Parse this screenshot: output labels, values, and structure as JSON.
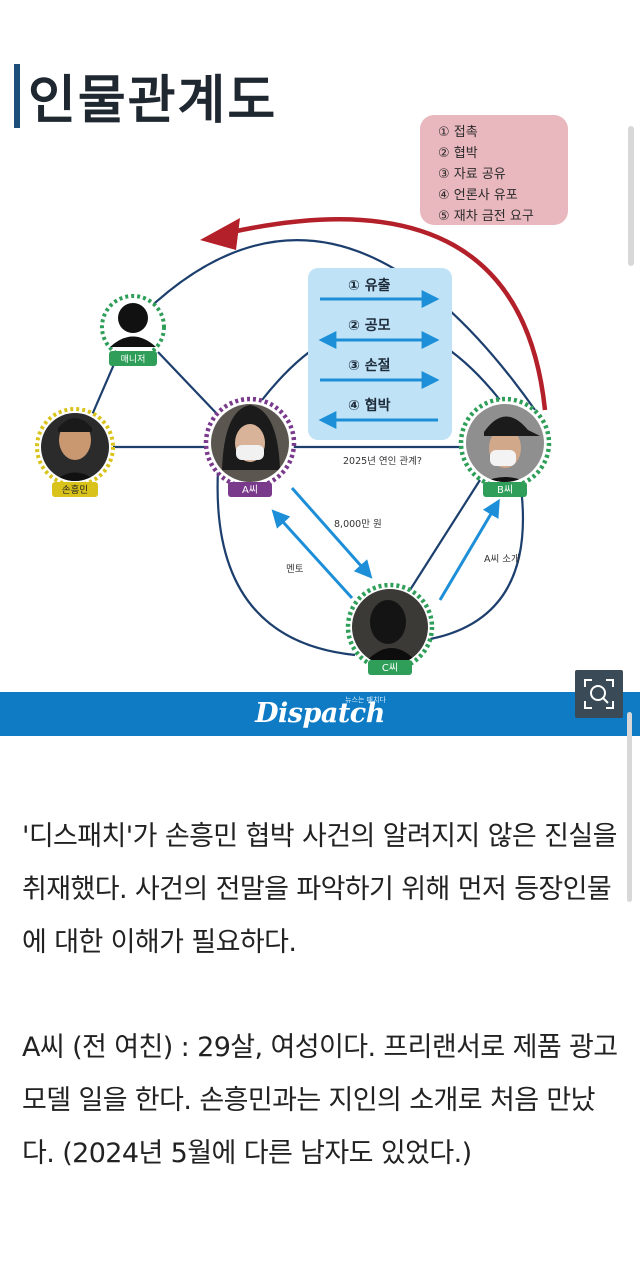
{
  "page": {
    "title": "인물관계도"
  },
  "diagram": {
    "steps": [
      "① 접촉",
      "② 협박",
      "③ 자료 공유",
      "④ 언론사 유포",
      "⑤ 재차 금전 요구"
    ],
    "flows": [
      {
        "label": "① 유출",
        "direction": "right"
      },
      {
        "label": "② 공모",
        "direction": "both"
      },
      {
        "label": "③ 손절",
        "direction": "right"
      },
      {
        "label": "④ 협박",
        "direction": "left"
      }
    ],
    "people": {
      "manager": "매니저",
      "son": "손흥민",
      "a": "A씨",
      "b": "B씨",
      "c": "C씨"
    },
    "edge_labels": {
      "ab_relation": "2025년 연인 관계?",
      "money": "8,000만 원",
      "mentor": "멘토",
      "intro": "A씨 소개"
    },
    "colors": {
      "line": "#1c3f6e",
      "red_arrow": "#b3202a",
      "blue_arrow": "#1c8fd8",
      "flow_box": "#bfe2f7",
      "steps_box": "#e9b8bf",
      "dot_green": "#2f9e59",
      "dot_purple": "#7a3a8c",
      "dot_yellow": "#d9c21a"
    }
  },
  "banner": {
    "logo": "Dispatch",
    "tagline": "뉴스는 패치다"
  },
  "article": {
    "paragraphs": [
      "'디스패치'가 손흥민 협박 사건의 알려지지 않은 진실을 취재했다. 사건의 전말을 파악하기 위해 먼저 등장인물에 대한 이해가 필요하다.",
      "A씨 (전 여친) : 29살, 여성이다. 프리랜서로 제품 광고 모델 일을 한다. 손흥민과는 지인의 소개로 처음 만났다. (2024년 5월에 다른 남자도 있었다.)"
    ]
  },
  "icons": {
    "zoom": "zoom-magnifier-icon"
  }
}
